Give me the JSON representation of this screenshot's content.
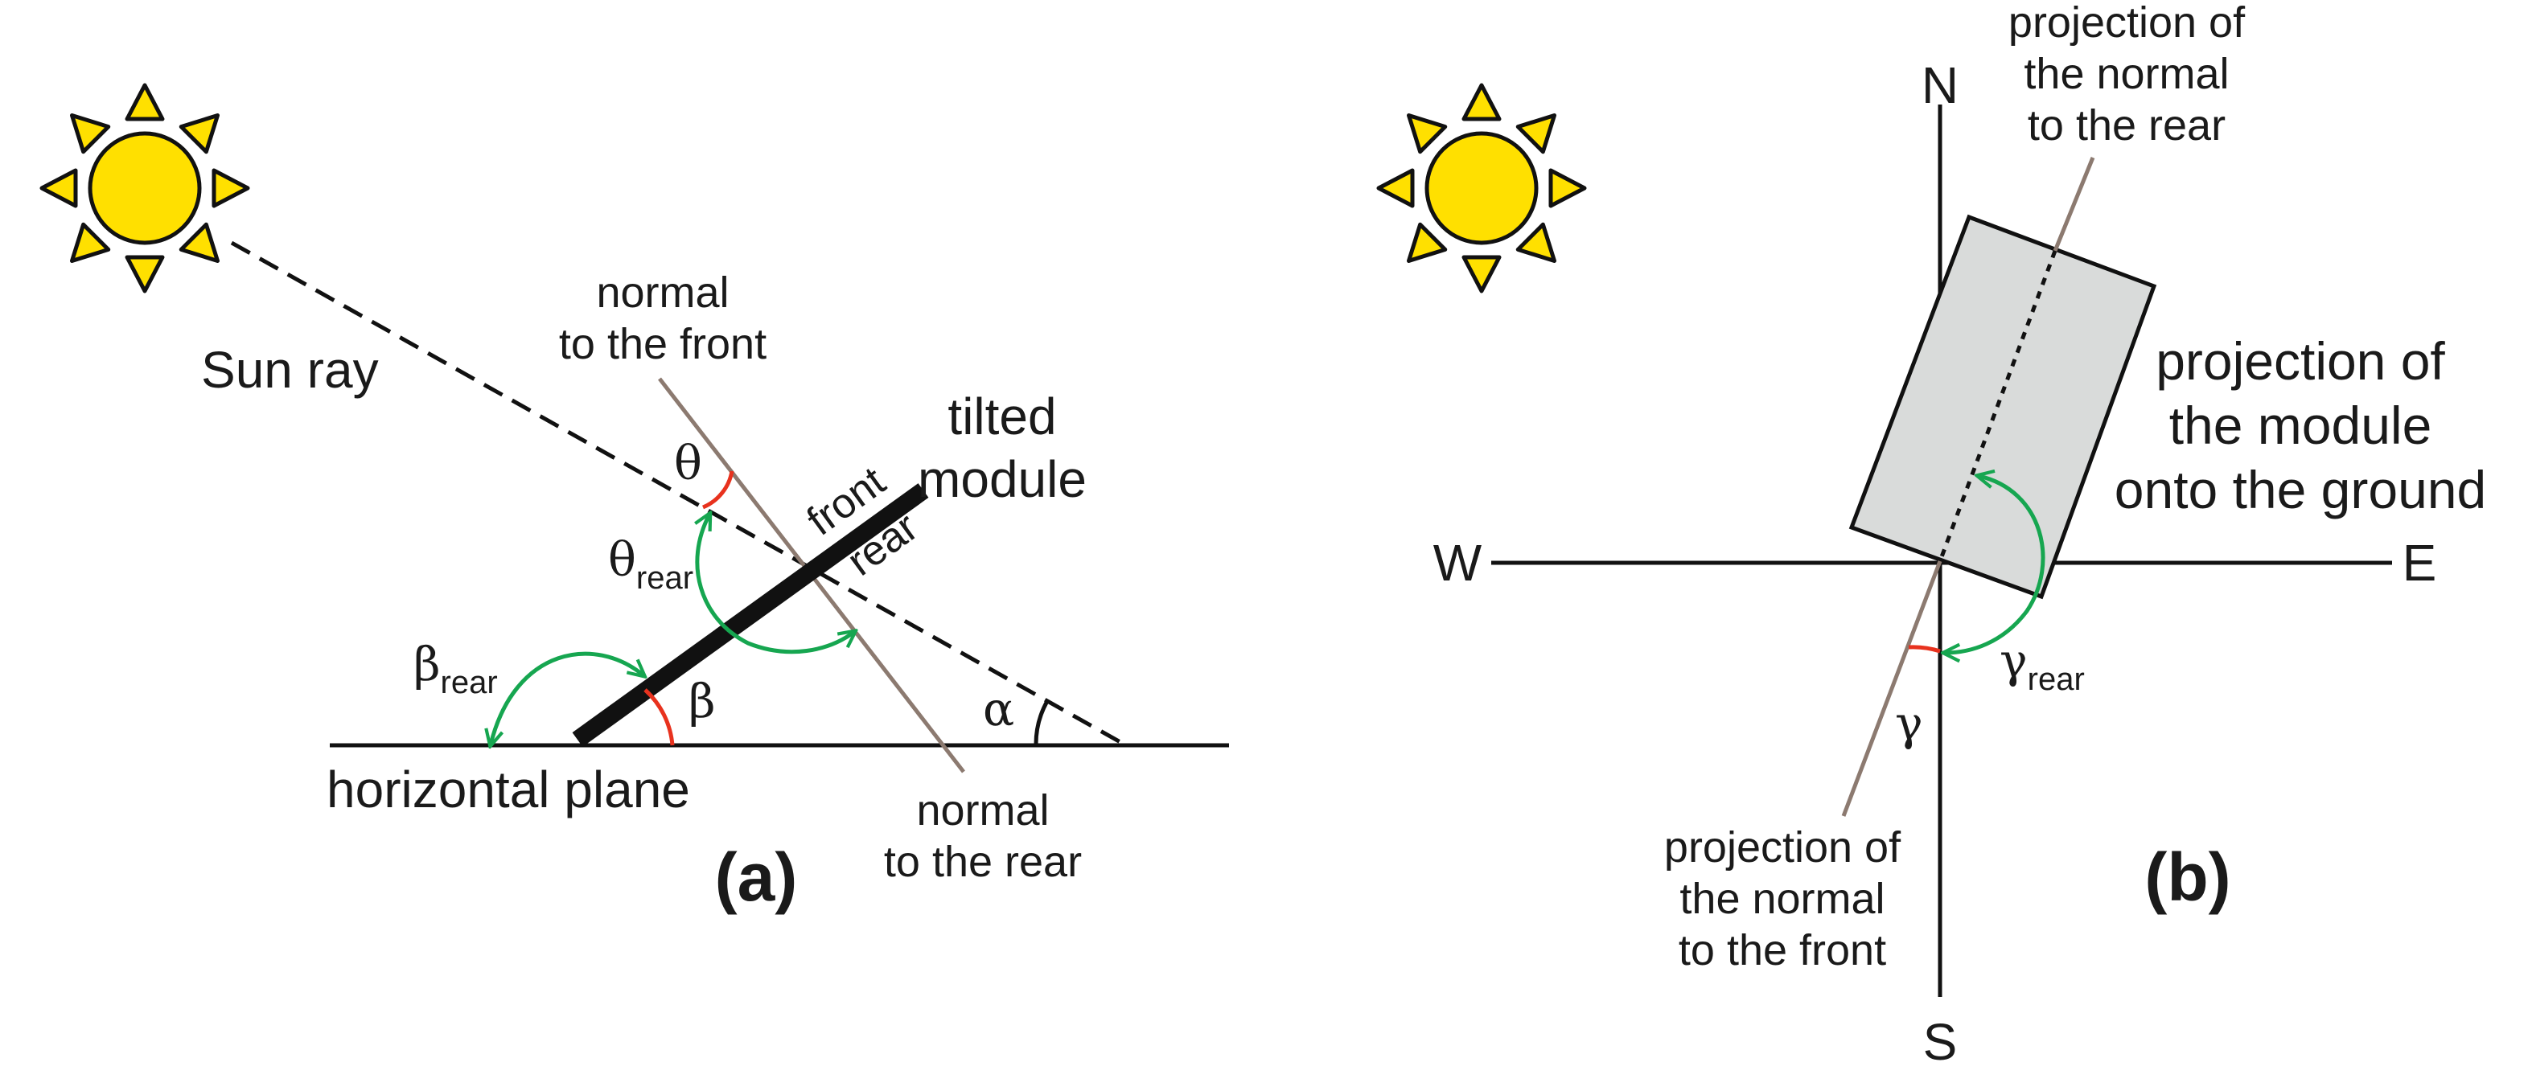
{
  "panel_a": {
    "sun_ray_label": "Sun ray",
    "normal_front_label": [
      "normal",
      "to the front"
    ],
    "normal_rear_label": [
      "normal",
      "to the rear"
    ],
    "module_label": [
      "tilted",
      "module"
    ],
    "front_label": "front",
    "rear_label": "rear",
    "horizontal_plane_label": "horizontal plane",
    "theta": "θ",
    "theta_rear": "θ",
    "beta": "β",
    "beta_rear": "β",
    "alpha": "α",
    "subscript_rear": "rear",
    "panel_label": "(a)"
  },
  "panel_b": {
    "north": "N",
    "south": "S",
    "west": "W",
    "east": "E",
    "proj_normal_rear_label": [
      "projection of",
      "the normal",
      "to the rear"
    ],
    "proj_module_label": [
      "projection of",
      "the module",
      "onto the ground"
    ],
    "proj_normal_front_label": [
      "projection of",
      "the normal",
      "to the front"
    ],
    "gamma": "γ",
    "gamma_rear": "γ",
    "subscript_rear": "rear",
    "panel_label": "(b)"
  },
  "colors": {
    "sun_fill": "#ffe000",
    "module_fill": "#d9dbda",
    "normal_line": "#8c7a70",
    "angle_red": "#e8321e",
    "angle_green": "#16a650"
  }
}
